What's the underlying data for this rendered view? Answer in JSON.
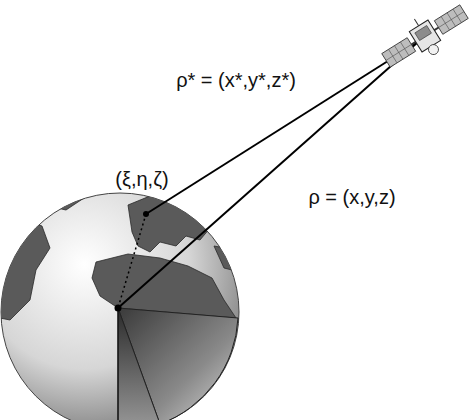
{
  "diagram": {
    "labels": [
      "ρ* = (x*,y*,z*)",
      "(ξ,η,ζ)",
      "ρ = (x,y,z)"
    ]
  }
}
